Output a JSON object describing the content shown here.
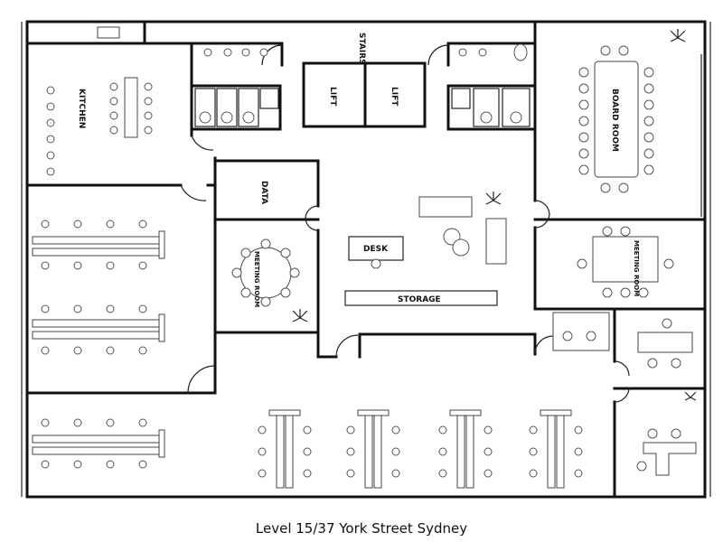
{
  "rooms": {
    "stairs": "STAIRS",
    "lift_1": "LIFT",
    "lift_2": "LIFT",
    "kitchen": "KITCHEN",
    "board_room": "BOARD ROOM",
    "data": "DATA",
    "desk": "DESK",
    "storage": "STORAGE",
    "meeting_room_1": "MEETING ROOM",
    "meeting_room_2": "MEETING ROOM"
  },
  "caption": "Level 15/37 York Street Sydney"
}
